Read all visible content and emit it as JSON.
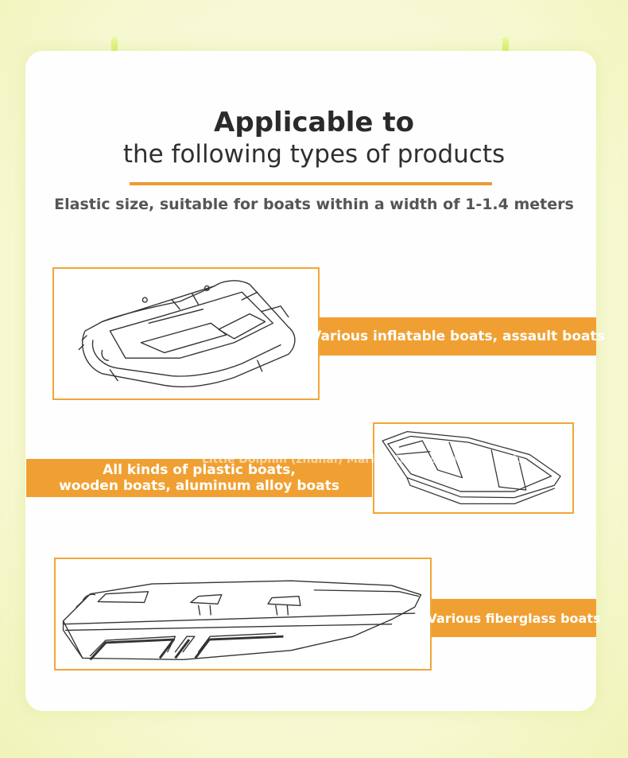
{
  "header": {
    "title_line1": "Applicable to",
    "title_line2": "the following types of products",
    "subtitle": "Elastic size, suitable for boats within a width of 1-1.4 meters"
  },
  "products": [
    {
      "label": "Various inflatable boats, assault boats",
      "image": "inflatable-boat-illustration"
    },
    {
      "label_line1": "All kinds of plastic boats,",
      "label_line2": "wooden boats, aluminum alloy boats",
      "image": "rowboat-illustration"
    },
    {
      "label": "Various fiberglass boats",
      "image": "fiberglass-boat-illustration"
    }
  ],
  "watermark": "Little Dolphin (zhuhai) Marine Technology Co., Ltd.",
  "colors": {
    "accent": "#f0a032",
    "background": "#fdfde6",
    "hanger": "#c8e640",
    "title": "#2a2a2a"
  }
}
